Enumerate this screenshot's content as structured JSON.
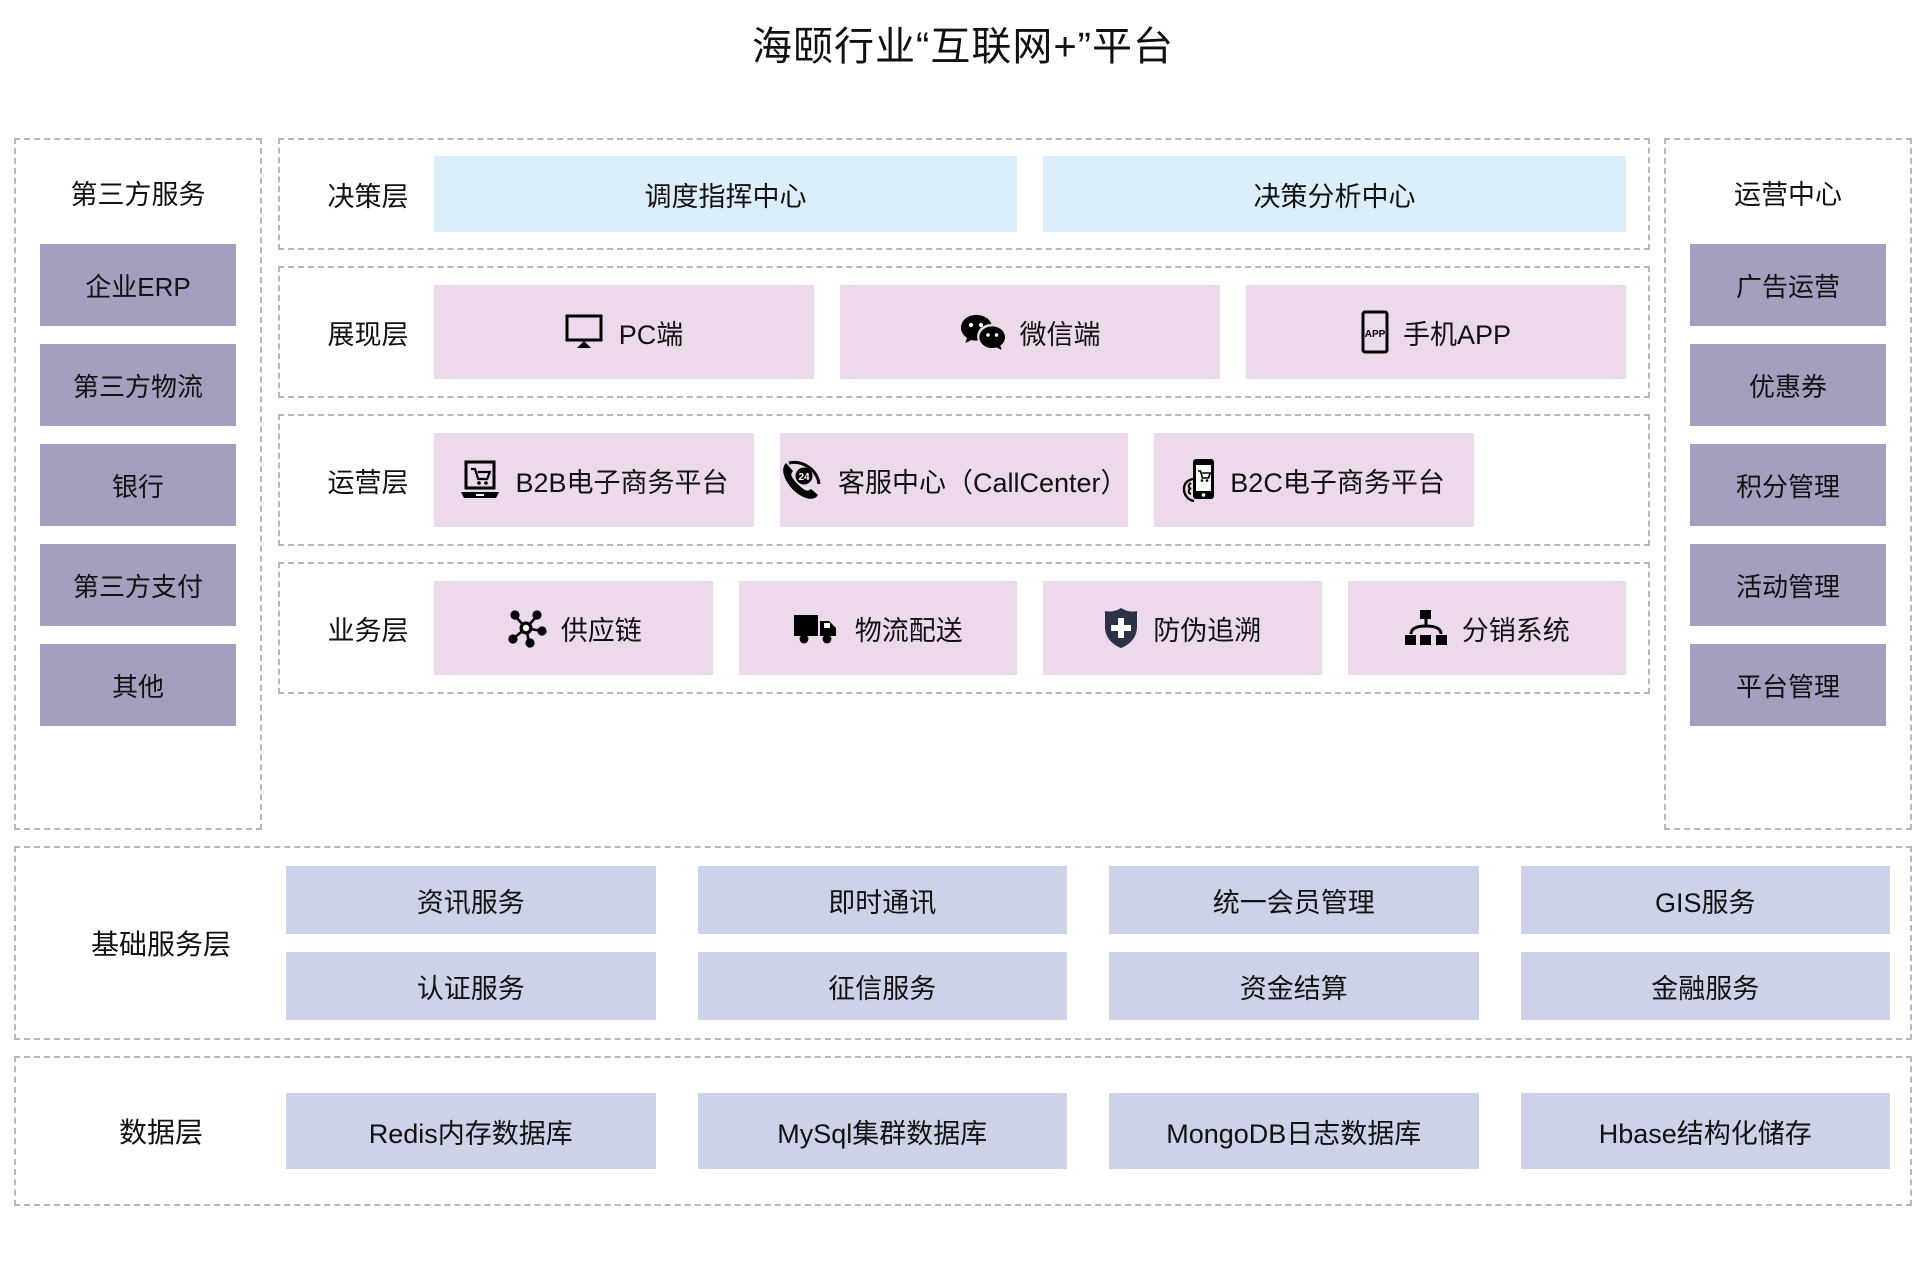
{
  "title": "海颐行业“互联网+”平台",
  "colors": {
    "chip_purple": "#a49fbf",
    "chip_pink": "#ecd9ec",
    "chip_blue_light": "#ddeefb",
    "chip_periwinkle": "#ccd2e8",
    "dashed_border": "#b8b8b8",
    "shield_navy": "#2e3247",
    "text": "#111111"
  },
  "left_column": {
    "heading": "第三方服务",
    "items": [
      {
        "label": "企业ERP"
      },
      {
        "label": "第三方物流"
      },
      {
        "label": "银行"
      },
      {
        "label": "第三方支付"
      },
      {
        "label": "其他"
      }
    ]
  },
  "right_column": {
    "heading": "运营中心",
    "items": [
      {
        "label": "广告运营"
      },
      {
        "label": "优惠券"
      },
      {
        "label": "积分管理"
      },
      {
        "label": "活动管理"
      },
      {
        "label": "平台管理"
      }
    ]
  },
  "layers": [
    {
      "label": "决策层",
      "style": "decision",
      "cells": [
        {
          "label": "调度指挥中心",
          "icon": ""
        },
        {
          "label": "决策分析中心",
          "icon": ""
        }
      ]
    },
    {
      "label": "展现层",
      "style": "presentation",
      "cells": [
        {
          "label": "PC端",
          "icon": "monitor-icon"
        },
        {
          "label": "微信端",
          "icon": "wechat-icon"
        },
        {
          "label": "手机APP",
          "icon": "mobile-app-icon"
        }
      ]
    },
    {
      "label": "运营层",
      "style": "operation",
      "cells": [
        {
          "label": "B2B电子商务平台",
          "icon": "laptop-cart-icon"
        },
        {
          "label": "客服中心（CallCenter）",
          "icon": "phone-24-icon"
        },
        {
          "label": "B2C电子商务平台",
          "icon": "hand-phone-cart-icon"
        }
      ]
    },
    {
      "label": "业务层",
      "style": "business",
      "cells": [
        {
          "label": "供应链",
          "icon": "network-nodes-icon"
        },
        {
          "label": "物流配送",
          "icon": "truck-icon"
        },
        {
          "label": "防伪追溯",
          "icon": "shield-plus-icon"
        },
        {
          "label": "分销系统",
          "icon": "org-tree-icon"
        }
      ]
    }
  ],
  "basic_service_layer": {
    "label": "基础服务层",
    "rows": [
      [
        {
          "label": "资讯服务"
        },
        {
          "label": "即时通讯"
        },
        {
          "label": "统一会员管理"
        },
        {
          "label": "GIS服务"
        }
      ],
      [
        {
          "label": "认证服务"
        },
        {
          "label": "征信服务"
        },
        {
          "label": "资金结算"
        },
        {
          "label": "金融服务"
        }
      ]
    ]
  },
  "data_layer": {
    "label": "数据层",
    "rows": [
      [
        {
          "label": "Redis内存数据库"
        },
        {
          "label": "MySql集群数据库"
        },
        {
          "label": "MongoDB日志数据库"
        },
        {
          "label": "Hbase结构化储存"
        }
      ]
    ]
  }
}
